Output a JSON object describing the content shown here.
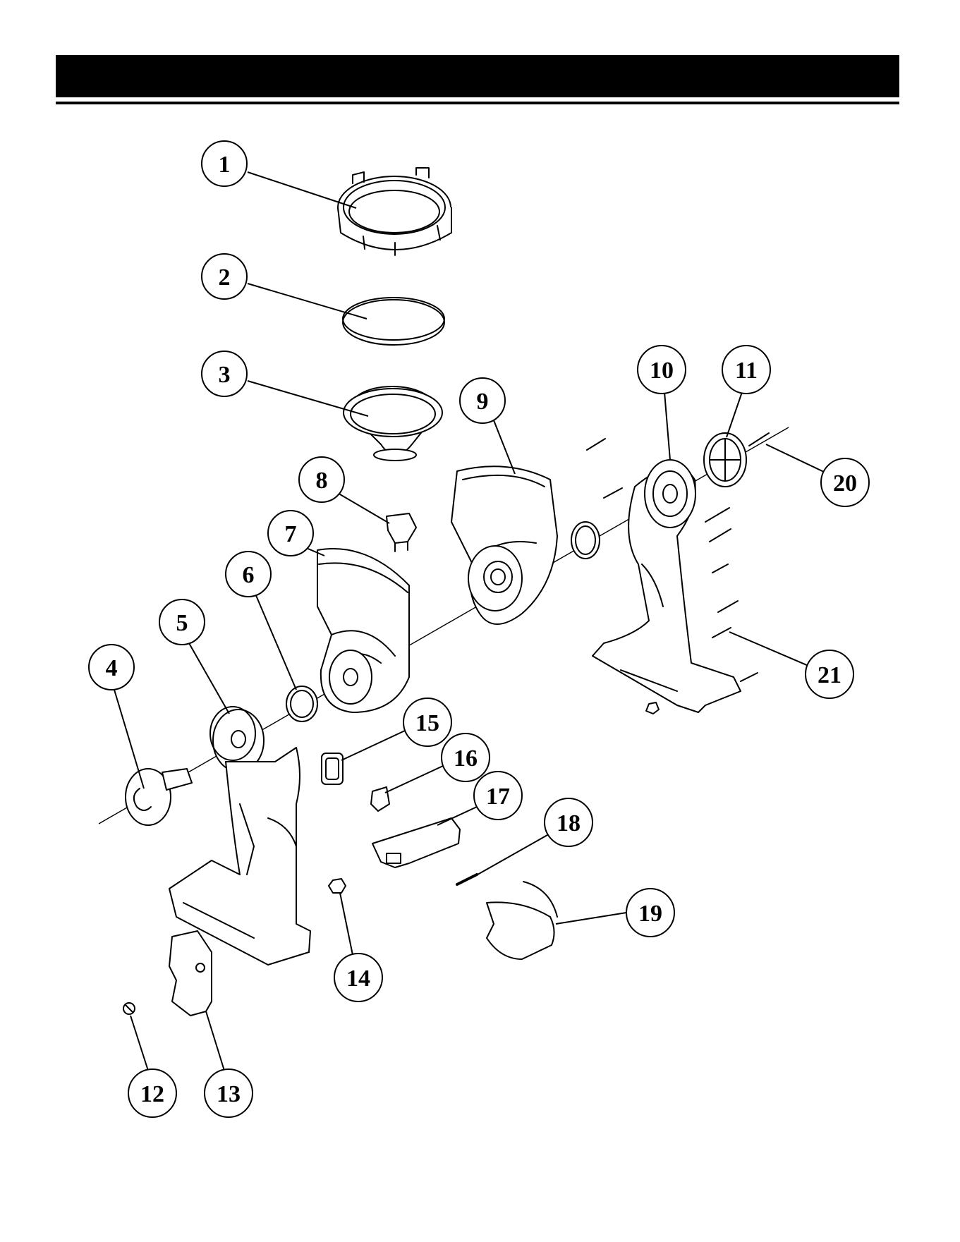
{
  "header": {
    "title": ""
  },
  "callouts": [
    {
      "label": "1"
    },
    {
      "label": "2"
    },
    {
      "label": "3"
    },
    {
      "label": "4"
    },
    {
      "label": "5"
    },
    {
      "label": "6"
    },
    {
      "label": "7"
    },
    {
      "label": "8"
    },
    {
      "label": "9"
    },
    {
      "label": "10"
    },
    {
      "label": "11"
    },
    {
      "label": "12"
    },
    {
      "label": "13"
    },
    {
      "label": "14"
    },
    {
      "label": "15"
    },
    {
      "label": "16"
    },
    {
      "label": "17"
    },
    {
      "label": "18"
    },
    {
      "label": "19"
    },
    {
      "label": "20"
    },
    {
      "label": "21"
    }
  ]
}
